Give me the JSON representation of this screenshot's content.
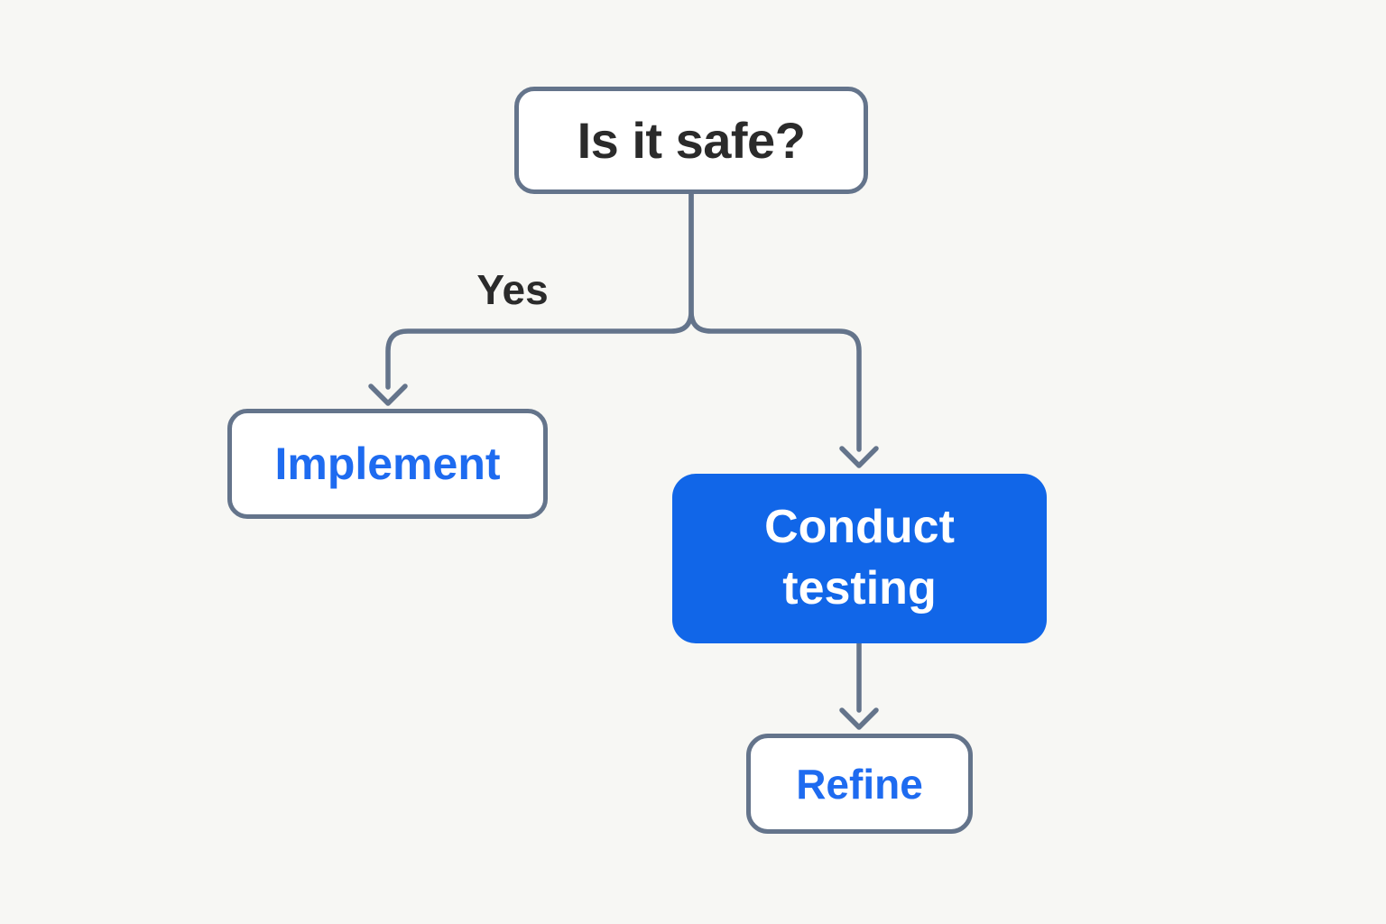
{
  "diagram": {
    "type": "flowchart",
    "background": "#f7f7f4",
    "colors": {
      "connector": "#64748b",
      "box_border": "#64748b",
      "box_background": "#ffffff",
      "dark_text": "#2b2b2b",
      "accent_blue_fill": "#1166e8",
      "blue_text": "#1e6bf0",
      "white_text": "#ffffff"
    },
    "nodes": {
      "root": {
        "label": "Is it safe?",
        "style": "white-outlined"
      },
      "implement": {
        "label": "Implement",
        "style": "white-outlined"
      },
      "conduct_testing": {
        "label": "Conduct testing",
        "style": "blue-filled"
      },
      "refine": {
        "label": "Refine",
        "style": "white-outlined"
      }
    },
    "edges": [
      {
        "from": "root",
        "to": "implement",
        "label": "Yes"
      },
      {
        "from": "root",
        "to": "conduct_testing",
        "label": ""
      },
      {
        "from": "conduct_testing",
        "to": "refine",
        "label": ""
      }
    ],
    "edge_labels": {
      "yes": "Yes"
    }
  }
}
